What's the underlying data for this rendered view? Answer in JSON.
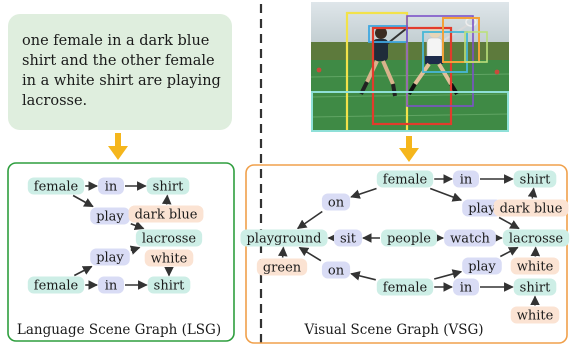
{
  "caption": "one female in a dark blue shirt and the other female in a white shirt are playing lacrosse.",
  "lsg": {
    "title": "Language Scene Graph (LSG)",
    "nodes": {
      "female1": "female",
      "in1": "in",
      "shirt1": "shirt",
      "play1": "play",
      "darkblue": "dark blue",
      "lacrosse": "lacrosse",
      "play2": "play",
      "white": "white",
      "female2": "female",
      "in2": "in",
      "shirt2": "shirt"
    }
  },
  "vsg": {
    "title": "Visual Scene Graph (VSG)",
    "nodes": {
      "female1": "female",
      "in1": "in",
      "shirt1": "shirt",
      "on1": "on",
      "play1": "play",
      "darkblue": "dark blue",
      "playground": "playground",
      "sit": "sit",
      "people": "people",
      "watch": "watch",
      "lacrosse": "lacrosse",
      "green": "green",
      "on2": "on",
      "play2": "play",
      "white1": "white",
      "female2": "female",
      "in2": "in",
      "shirt2": "shirt",
      "white2": "white"
    }
  },
  "colors": {
    "object": "#cdeee6",
    "relation": "#d9dcf5",
    "attribute": "#fbe3d3",
    "caption_bg": "#dfeede",
    "lsg_border": "#2e9e3e",
    "vsg_border": "#f0a04b",
    "flow_arrow": "#f5b61c",
    "divider": "#333333"
  }
}
